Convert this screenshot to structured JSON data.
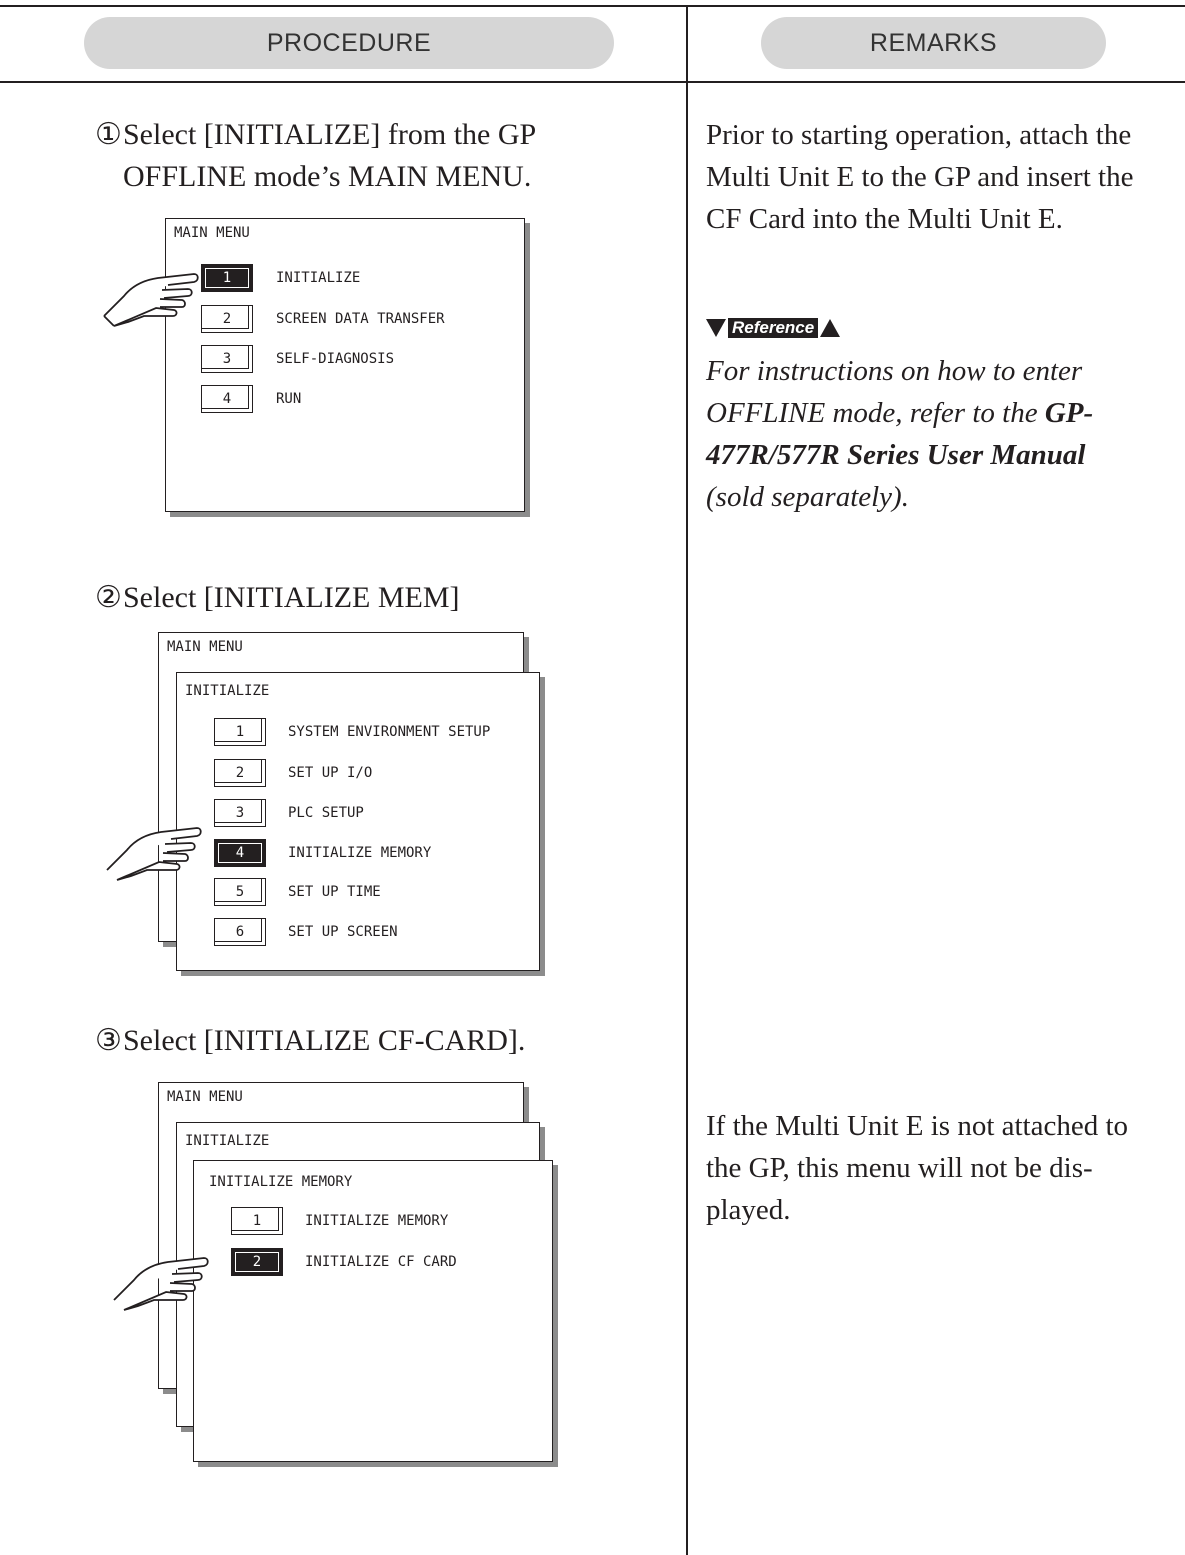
{
  "header": {
    "procedure": "PROCEDURE",
    "remarks": "REMARKS"
  },
  "steps": [
    {
      "num": "①",
      "line1": "Select [INITIALIZE] from the GP",
      "line2": "OFFLINE mode’s MAIN MENU."
    },
    {
      "num": "②",
      "line1": "Select [INITIALIZE MEM]"
    },
    {
      "num": "③",
      "line1": "Select [INITIALIZE CF-CARD]."
    }
  ],
  "screen1": {
    "title": "MAIN MENU",
    "items": [
      {
        "key": "1",
        "label": "INITIALIZE"
      },
      {
        "key": "2",
        "label": "SCREEN DATA TRANSFER"
      },
      {
        "key": "3",
        "label": "SELF-DIAGNOSIS"
      },
      {
        "key": "4",
        "label": "RUN"
      }
    ]
  },
  "screen2": {
    "back_title": "MAIN MENU",
    "title": "INITIALIZE",
    "items": [
      {
        "key": "1",
        "label": "SYSTEM ENVIRONMENT SETUP"
      },
      {
        "key": "2",
        "label": "SET UP I/O"
      },
      {
        "key": "3",
        "label": "PLC SETUP"
      },
      {
        "key": "4",
        "label": "INITIALIZE MEMORY"
      },
      {
        "key": "5",
        "label": "SET UP TIME"
      },
      {
        "key": "6",
        "label": "SET UP SCREEN"
      }
    ]
  },
  "screen3": {
    "back_title": "MAIN MENU",
    "mid_title": "INITIALIZE",
    "title": "INITIALIZE MEMORY",
    "items": [
      {
        "key": "1",
        "label": "INITIALIZE MEMORY"
      },
      {
        "key": "2",
        "label": "INITIALIZE CF CARD"
      }
    ]
  },
  "remarks": {
    "r1": [
      "Prior to starting operation, attach the",
      "Multi Unit E to the GP and insert the",
      "CF Card into the Multi Unit E."
    ],
    "reference_label": "Reference",
    "ref_line1": "For instructions on how to enter",
    "ref_line2a": "OFFLINE mode, refer to the ",
    "ref_line2b": "GP-",
    "ref_line3": "477R/577R Series User Manual",
    "ref_line4": "(sold separately).",
    "r3": [
      "If the Multi Unit E is not attached to",
      "the GP, this menu will not be dis-",
      "played."
    ]
  }
}
